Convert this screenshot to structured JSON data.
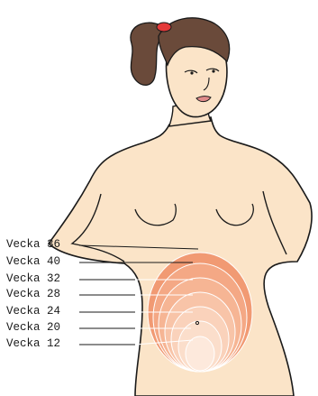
{
  "labels": [
    {
      "id": "w36",
      "text": "Vecka 36"
    },
    {
      "id": "w40",
      "text": "Vecka 40"
    },
    {
      "id": "w32",
      "text": "Vecka 32"
    },
    {
      "id": "w28",
      "text": "Vecka 28"
    },
    {
      "id": "w24",
      "text": "Vecka 24"
    },
    {
      "id": "w20",
      "text": "Vecka 20"
    },
    {
      "id": "w12",
      "text": "Vecka 12"
    }
  ],
  "colors": {
    "skin": "#fbe4c8",
    "outline": "#1a1a1a",
    "hair": "#6a4a3a",
    "hair_band": "#e43a3a",
    "uterus_outer": "#f19a73",
    "uterus_inner": "#fde9dc",
    "leader_line": "#ffffff"
  }
}
